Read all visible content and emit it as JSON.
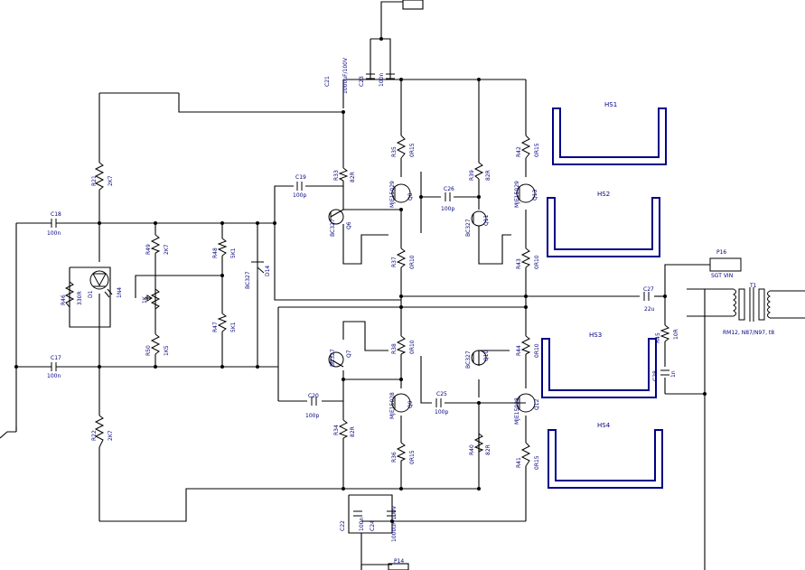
{
  "heatsinks": [
    "HS1",
    "HS2",
    "HS3",
    "HS4"
  ],
  "components": {
    "C18": {
      "ref": "C18",
      "val": "100n"
    },
    "C17": {
      "ref": "C17",
      "val": "100n"
    },
    "C19": {
      "ref": "C19",
      "val": "100p"
    },
    "C20": {
      "ref": "C20",
      "val": "100p"
    },
    "C21": {
      "ref": "C21",
      "val": "1000uF/100V"
    },
    "C23": {
      "ref": "C23",
      "val": "100n"
    },
    "C22": {
      "ref": "C22",
      "val": "100n"
    },
    "C24": {
      "ref": "C24",
      "val": "1000uF/100V"
    },
    "C26": {
      "ref": "C26",
      "val": "100p"
    },
    "C25": {
      "ref": "C25",
      "val": "100p"
    },
    "C27": {
      "ref": "C27",
      "val": "22u"
    },
    "C28": {
      "ref": "C28",
      "val": "1n"
    },
    "R21": {
      "ref": "R21",
      "val": "2K7"
    },
    "R22": {
      "ref": "R22",
      "val": "2K7"
    },
    "R46": {
      "ref": "R46",
      "val": "330R"
    },
    "R49": {
      "ref": "R49",
      "val": "2K7"
    },
    "R50": {
      "ref": "R50",
      "val": "1K5"
    },
    "R48": {
      "ref": "R48",
      "val": "5K1"
    },
    "R47": {
      "ref": "R47",
      "val": "5K1"
    },
    "R33": {
      "ref": "R33",
      "val": "82R"
    },
    "R34": {
      "ref": "R34",
      "val": "82R"
    },
    "R35": {
      "ref": "R35",
      "val": "0R15"
    },
    "R37": {
      "ref": "R37",
      "val": "0R10"
    },
    "R38": {
      "ref": "R38",
      "val": "0R10"
    },
    "R36": {
      "ref": "R36",
      "val": "0R15"
    },
    "R39": {
      "ref": "R39",
      "val": "82R"
    },
    "R40": {
      "ref": "R40",
      "val": "82R"
    },
    "R42": {
      "ref": "R42",
      "val": "0R15"
    },
    "R43": {
      "ref": "R43",
      "val": "0R10"
    },
    "R44": {
      "ref": "R44",
      "val": "0R10"
    },
    "R41": {
      "ref": "R41",
      "val": "0R15"
    },
    "R45": {
      "ref": "R45",
      "val": "10R"
    },
    "VR": {
      "ref": "1K",
      "val": "1K"
    },
    "D1": {
      "ref": "D1",
      "val": "1N4"
    },
    "D14": {
      "ref": "D14",
      "val": "BC327"
    },
    "Q6": {
      "ref": "Q6",
      "val": "BC327"
    },
    "Q7": {
      "ref": "Q7",
      "val": "BC327"
    },
    "Q8": {
      "ref": "Q8",
      "val": "MJE15029"
    },
    "Q9": {
      "ref": "Q9",
      "val": "MJE15028"
    },
    "Q11": {
      "ref": "Q11",
      "val": "BC327"
    },
    "Q10": {
      "ref": "Q10",
      "val": "BC327"
    },
    "Q13": {
      "ref": "Q13",
      "val": "MJE15029"
    },
    "Q12": {
      "ref": "Q12",
      "val": "MJE15028"
    },
    "P16": {
      "ref": "P16",
      "val": "SGT VIN"
    },
    "P14": {
      "ref": "P14",
      "val": ""
    },
    "T1": {
      "ref": "T1",
      "val": "RM12, N87/N97, t8"
    }
  }
}
